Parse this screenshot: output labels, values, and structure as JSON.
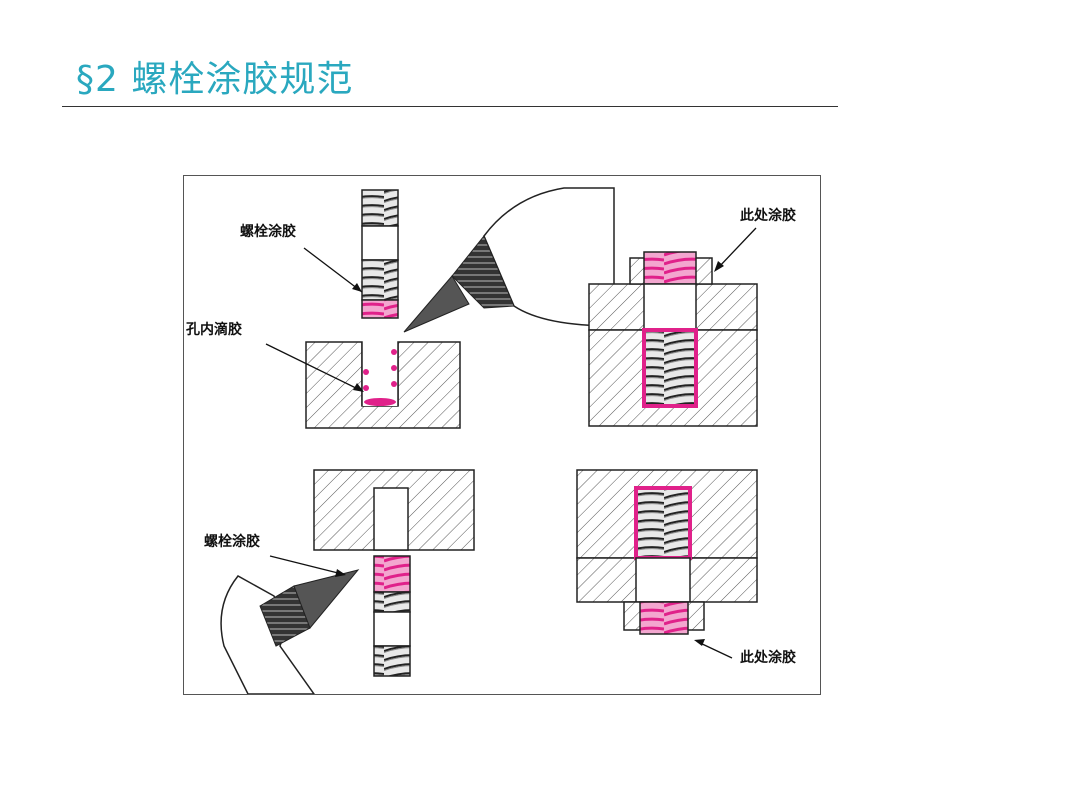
{
  "slide": {
    "title": "§2 螺栓涂胶规范"
  },
  "figure": {
    "labels": {
      "bolt_glue_top": "螺栓涂胶",
      "hole_glue": "孔内滴胶",
      "glue_here_top": "此处涂胶",
      "bolt_glue_bottom": "螺栓涂胶",
      "glue_here_bottom": "此处涂胶"
    }
  },
  "colors": {
    "title": "#2aa8bf",
    "adhesive": "#e0218a",
    "outline": "#222222"
  }
}
